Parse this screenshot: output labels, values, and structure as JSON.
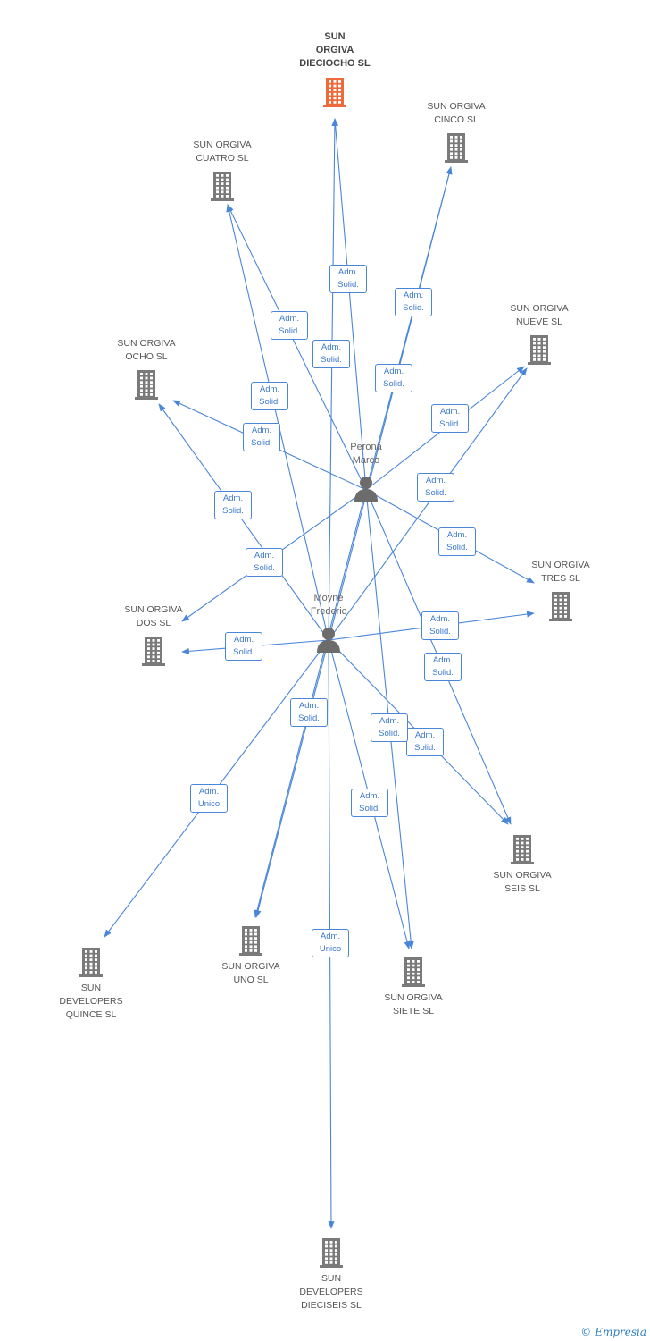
{
  "colors": {
    "edge": "#4a86d8",
    "building": "#7a7a7a",
    "building_main": "#ee6a3a",
    "person": "#6c6c6c"
  },
  "people": [
    {
      "id": "perona",
      "name": "Perona\nMarco"
    },
    {
      "id": "moyne",
      "name": "Moyne\nFrederic"
    }
  ],
  "companies": [
    {
      "id": "c18",
      "name": "SUN\nORGIVA\nDIECIOCHO SL",
      "main": true
    },
    {
      "id": "c5",
      "name": "SUN ORGIVA\nCINCO SL"
    },
    {
      "id": "c4",
      "name": "SUN ORGIVA\nCUATRO SL"
    },
    {
      "id": "c9",
      "name": "SUN ORGIVA\nNUEVE SL"
    },
    {
      "id": "c8",
      "name": "SUN ORGIVA\nOCHO SL"
    },
    {
      "id": "c3",
      "name": "SUN ORGIVA\nTRES SL"
    },
    {
      "id": "c2",
      "name": "SUN ORGIVA\nDOS SL"
    },
    {
      "id": "c6",
      "name": "SUN ORGIVA\nSEIS SL"
    },
    {
      "id": "c15",
      "name": "SUN\nDEVELOPERS\nQUINCE SL"
    },
    {
      "id": "c1",
      "name": "SUN ORGIVA\nUNO SL"
    },
    {
      "id": "c7",
      "name": "SUN ORGIVA\nSIETE SL"
    },
    {
      "id": "c16",
      "name": "SUN\nDEVELOPERS\nDIECISEIS SL"
    }
  ],
  "relations": [
    {
      "from": "perona",
      "to": "c18",
      "label": "Adm.\nSolid."
    },
    {
      "from": "moyne",
      "to": "c18",
      "label": "Adm.\nSolid."
    },
    {
      "from": "perona",
      "to": "c4",
      "label": "Adm.\nSolid."
    },
    {
      "from": "moyne",
      "to": "c4",
      "label": "Adm.\nSolid."
    },
    {
      "from": "perona",
      "to": "c5",
      "label": "Adm.\nSolid."
    },
    {
      "from": "moyne",
      "to": "c5",
      "label": "Adm.\nSolid."
    },
    {
      "from": "perona",
      "to": "c8",
      "label": "Adm.\nSolid."
    },
    {
      "from": "moyne",
      "to": "c8",
      "label": "Adm.\nSolid."
    },
    {
      "from": "perona",
      "to": "c9",
      "label": "Adm.\nSolid."
    },
    {
      "from": "moyne",
      "to": "c9",
      "label": "Adm.\nSolid."
    },
    {
      "from": "perona",
      "to": "c2",
      "label": "Adm.\nSolid."
    },
    {
      "from": "moyne",
      "to": "c2",
      "label": "Adm.\nSolid."
    },
    {
      "from": "perona",
      "to": "c3",
      "label": "Adm.\nSolid."
    },
    {
      "from": "moyne",
      "to": "c3",
      "label": "Adm.\nSolid."
    },
    {
      "from": "perona",
      "to": "c6",
      "label": "Adm.\nSolid."
    },
    {
      "from": "moyne",
      "to": "c6",
      "label": "Adm.\nSolid."
    },
    {
      "from": "perona",
      "to": "c7",
      "label": "Adm.\nSolid."
    },
    {
      "from": "moyne",
      "to": "c7",
      "label": "Adm.\nSolid."
    },
    {
      "from": "perona",
      "to": "c1",
      "label": "Adm.\nSolid."
    },
    {
      "from": "moyne",
      "to": "c1",
      "label": "Adm.\nSolid."
    },
    {
      "from": "moyne",
      "to": "c15",
      "label": "Adm.\nUnico"
    },
    {
      "from": "moyne",
      "to": "c16",
      "label": "Adm.\nUnico"
    }
  ],
  "footer": {
    "copyright": "©",
    "brand": "Empresia"
  }
}
